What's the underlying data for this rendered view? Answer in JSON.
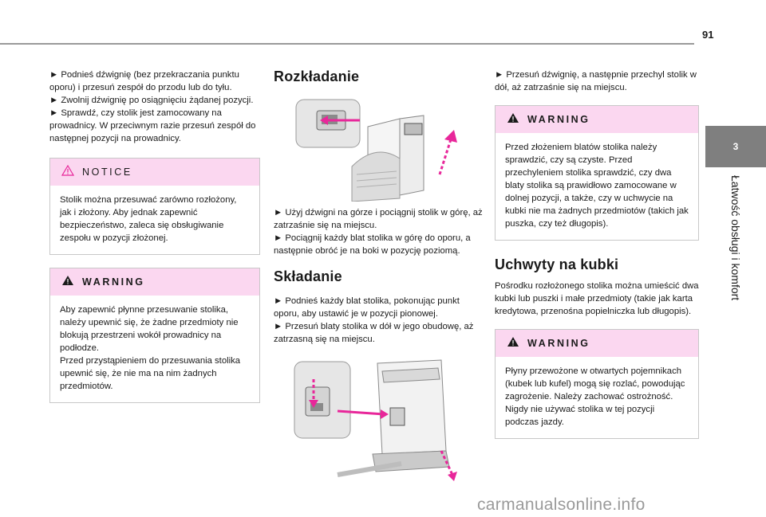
{
  "page": {
    "number": "91",
    "chapter_number": "3",
    "chapter_title": "Łatwość obsługi i komfort",
    "watermark": "carmanualsonline.info"
  },
  "col1": {
    "intro_lines": [
      "► Podnieś dźwignię (bez przekraczania punktu oporu) i przesuń zespół do przodu lub do tyłu.",
      "► Zwolnij dźwignię po osiągnięciu żądanej pozycji.",
      "► Sprawdź, czy stolik jest zamocowany na prowadnicy. W przeciwnym razie przesuń zespół do następnej pozycji na prowadnicy."
    ],
    "notice": {
      "label": "NOTICE",
      "text": "Stolik można przesuwać zarówno rozłożony, jak i złożony. Aby jednak zapewnić bezpieczeństwo, zaleca się obsługiwanie zespołu w pozycji złożonej."
    },
    "warning": {
      "label": "WARNING",
      "text_lines": [
        "Aby zapewnić płynne przesuwanie stolika, należy upewnić się, że żadne przedmioty nie blokują przestrzeni wokół prowadnicy na podłodze.",
        "Przed przystąpieniem do przesuwania stolika upewnić się, że nie ma na nim żadnych przedmiotów."
      ]
    }
  },
  "col2": {
    "unfold_heading": "Rozkładanie",
    "unfold_lines": [
      "► Użyj dźwigni na górze i pociągnij stolik w górę, aż zatrzaśnie się na miejscu.",
      "► Pociągnij każdy blat stolika w górę do oporu, a następnie obróć je na boki w pozycję poziomą."
    ],
    "fold_heading": "Składanie",
    "fold_lines": [
      "► Podnieś każdy blat stolika, pokonując punkt oporu, aby ustawić je w pozycji pionowej.",
      "► Przesuń blaty stolika w dół w jego obudowę, aż zatrzasną się na miejscu."
    ]
  },
  "col3": {
    "intro": "► Przesuń dźwignię, a następnie przechyl stolik w dół, aż zatrzaśnie się na miejscu.",
    "warning1": {
      "label": "WARNING",
      "text": "Przed złożeniem blatów stolika należy sprawdzić, czy są czyste. Przed przechyleniem stolika sprawdzić, czy dwa blaty stolika są prawidłowo zamocowane w dolnej pozycji, a także, czy w uchwycie na kubki nie ma żadnych przedmiotów (takich jak puszka, czy też długopis)."
    },
    "cup_heading": "Uchwyty na kubki",
    "cup_text": "Pośrodku rozłożonego stolika można umieścić dwa kubki lub puszki i małe przedmioty (takie jak karta kredytowa, przenośna popielniczka lub długopis).",
    "warning2": {
      "label": "WARNING",
      "text": "Płyny przewożone w otwartych pojemnikach (kubek lub kufel) mogą się rozlać, powodując zagrożenie. Należy zachować ostrożność. Nigdy nie używać stolika w tej pozycji podczas jazdy."
    }
  },
  "colors": {
    "box_header": "#fbd7f0",
    "arrow": "#e8279a",
    "tab": "#7f7f7f"
  },
  "icons": {
    "notice": "notice-triangle-icon",
    "warning": "warning-triangle-icon"
  }
}
